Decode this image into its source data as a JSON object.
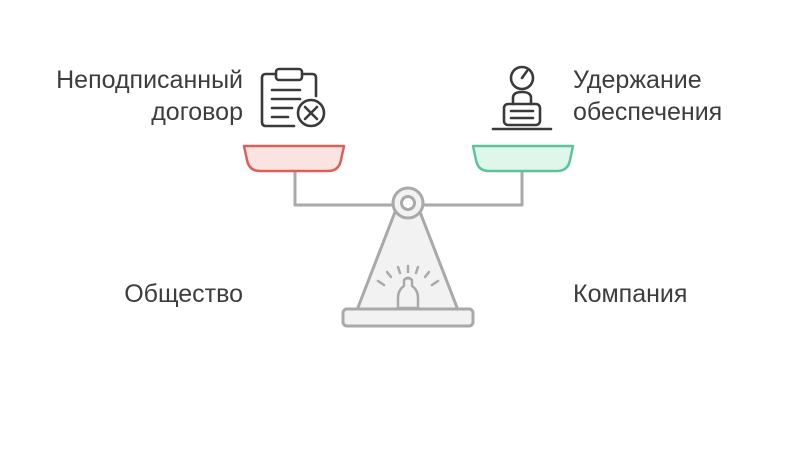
{
  "diagram": {
    "left_top_label": "Неподписанный\nдоговор",
    "right_top_label": "Удержание\nобеспечения",
    "left_bottom_label": "Общество",
    "right_bottom_label": "Компания"
  },
  "icons": {
    "left": "clipboard-cross-icon",
    "right": "timer-lock-icon"
  },
  "colors": {
    "left_pan_fill": "#fbe3e1",
    "left_pan_stroke": "#d9615a",
    "right_pan_fill": "#dff6ea",
    "right_pan_stroke": "#5cc49a",
    "scale_stroke": "#a9a9a9",
    "scale_fill": "#f2f2f2",
    "icon_stroke": "#3a3a3a"
  }
}
